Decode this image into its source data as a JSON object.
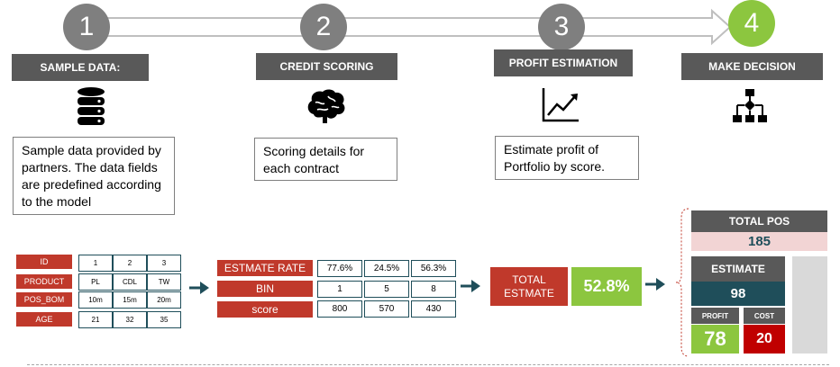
{
  "steps": [
    {
      "number": "1",
      "title": "SAMPLE DATA:",
      "icon": "database-icon",
      "description": "Sample data provided by partners. The data fields are predefined according to the model"
    },
    {
      "number": "2",
      "title": "CREDIT SCORING",
      "icon": "brain-icon",
      "description": "Scoring details for each contract"
    },
    {
      "number": "3",
      "title": "PROFIT ESTIMATION",
      "icon": "line-chart-icon",
      "description": "Estimate profit of Portfolio by score."
    },
    {
      "number": "4",
      "title": "MAKE DECISION",
      "icon": "flowchart-icon"
    }
  ],
  "input_table": {
    "rows": [
      {
        "label": "ID",
        "values": [
          "1",
          "2",
          "3"
        ]
      },
      {
        "label": "PRODUCT",
        "values": [
          "PL",
          "CDL",
          "TW"
        ]
      },
      {
        "label": "POS_BOM",
        "values": [
          "10m",
          "15m",
          "20m"
        ]
      },
      {
        "label": "AGE",
        "values": [
          "21",
          "32",
          "35"
        ]
      }
    ]
  },
  "score_table": {
    "rows": [
      {
        "label": "ESTMATE RATE",
        "values": [
          "77.6%",
          "24.5%",
          "56.3%"
        ]
      },
      {
        "label": "BIN",
        "values": [
          "1",
          "5",
          "8"
        ]
      },
      {
        "label": "score",
        "values": [
          "800",
          "570",
          "430"
        ]
      }
    ]
  },
  "total_estimate": {
    "label": "TOTAL ESTMATE",
    "value": "52.8%"
  },
  "decision": {
    "total_pos_label": "TOTAL POS",
    "total_pos_value": "185",
    "estimate_label": "ESTIMATE",
    "estimate_value": "98",
    "profit_label": "PROFIT",
    "profit_value": "78",
    "cost_label": "COST",
    "cost_value": "20"
  },
  "colors": {
    "gray_circle": "#7f7f7f",
    "green": "#8cc63f",
    "header_dark": "#595959",
    "red": "#c0392b",
    "teal": "#1f4e5a",
    "pink": "#f2d4d4"
  }
}
